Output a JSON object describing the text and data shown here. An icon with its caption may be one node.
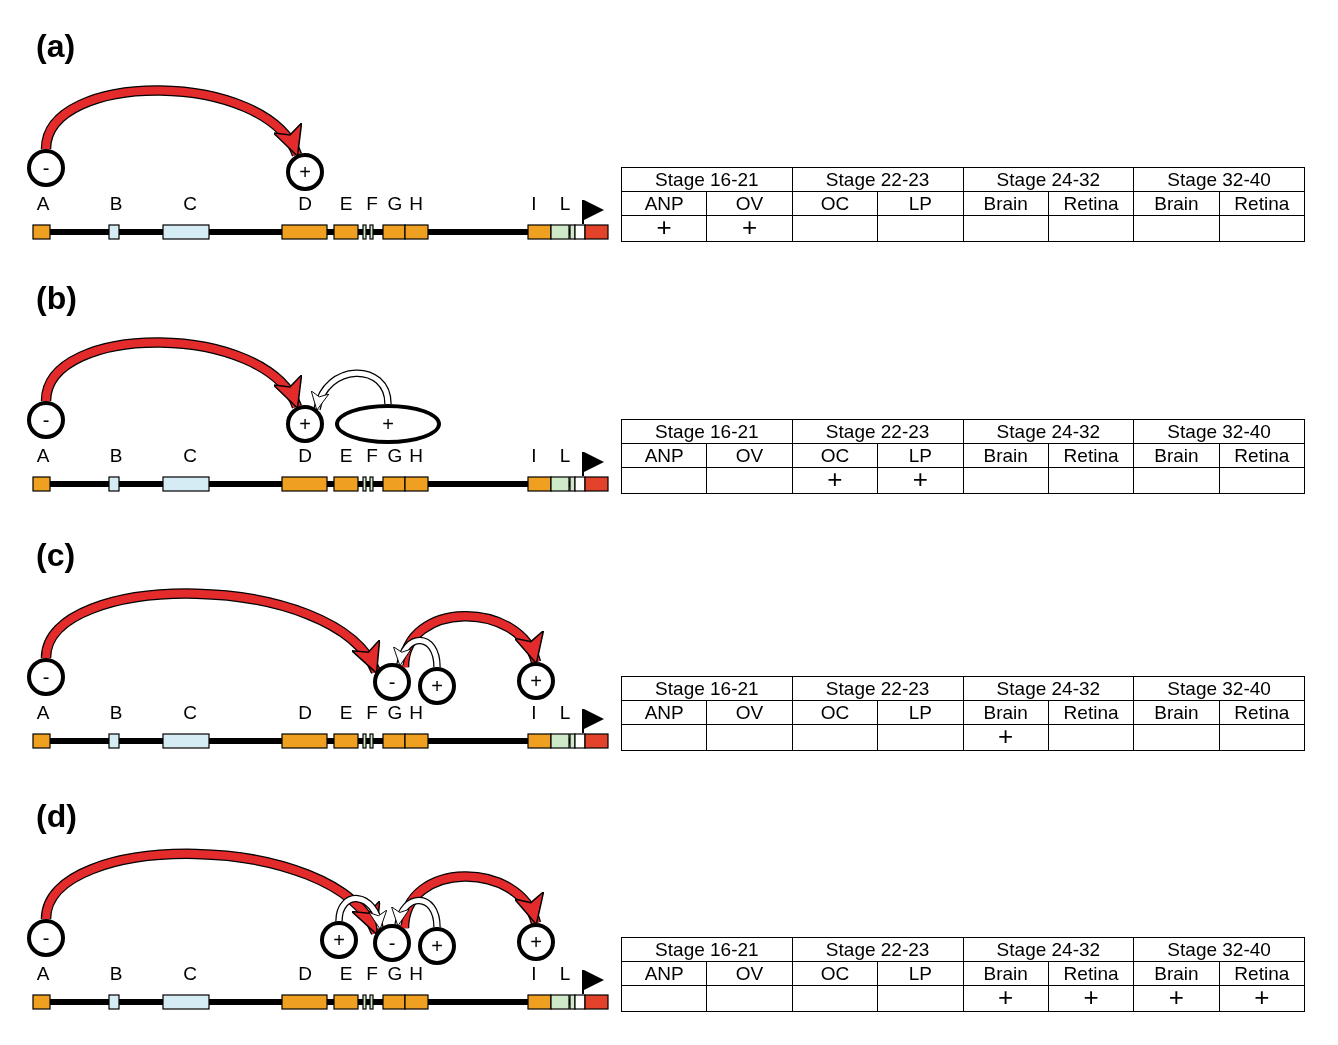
{
  "diagram": {
    "nodes": [
      {
        "text": [
          "-"
        ]
      },
      {
        "text": [
          "+"
        ]
      },
      {
        "text": [
          "-"
        ]
      },
      {
        "text": [
          "+"
        ]
      },
      {
        "text": [
          "+"
        ]
      },
      {
        "text": [
          "-"
        ]
      },
      {
        "text": [
          "-"
        ]
      },
      {
        "text": [
          "+"
        ]
      },
      {
        "text": [
          "+"
        ]
      },
      {
        "text": [
          "-"
        ]
      },
      {
        "text": [
          "+"
        ]
      },
      {
        "text": [
          "-"
        ]
      },
      {
        "text": [
          "+"
        ]
      },
      {
        "text": [
          "+"
        ]
      }
    ],
    "edges": [
      {
        "from": 0,
        "to": 1,
        "arrow": "to"
      },
      {
        "from": 2,
        "to": 3,
        "arrow": "to"
      },
      {
        "from": 4,
        "to": 3,
        "arrow": "to",
        "color": "#ffffff"
      },
      {
        "from": 5,
        "to": 6,
        "arrow": "to"
      },
      {
        "from": 6,
        "to": 8,
        "arrow": "to"
      },
      {
        "from": 7,
        "to": 6,
        "arrow": "to",
        "color": "#ffffff"
      },
      {
        "from": 9,
        "to": 11,
        "arrow": "to"
      },
      {
        "from": 11,
        "to": 13,
        "arrow": "to"
      },
      {
        "from": 10,
        "to": 11,
        "arrow": "to",
        "color": "#ffffff"
      },
      {
        "from": 12,
        "to": 11,
        "arrow": "to",
        "color": "#ffffff"
      }
    ],
    "labels": [
      "(a)",
      "A",
      "B",
      "C",
      "D",
      "E",
      "F",
      "G",
      "H",
      "I",
      "L",
      "Stage 16-21",
      "Stage 22-23",
      "Stage 24-32",
      "Stage 32-40",
      "ANP",
      "OV",
      "OC",
      "LP",
      "Brain",
      "Retina",
      "Brain",
      "Retina",
      "+",
      "+",
      "(b)",
      "A",
      "B",
      "C",
      "D",
      "E",
      "F",
      "G",
      "H",
      "I",
      "L",
      "Stage 16-21",
      "Stage 22-23",
      "Stage 24-32",
      "Stage 32-40",
      "ANP",
      "OV",
      "OC",
      "LP",
      "Brain",
      "Retina",
      "Brain",
      "Retina",
      "+",
      "+",
      "(c)",
      "A",
      "B",
      "C",
      "D",
      "E",
      "F",
      "G",
      "H",
      "I",
      "L",
      "Stage 16-21",
      "Stage 22-23",
      "Stage 24-32",
      "Stage 32-40",
      "ANP",
      "OV",
      "OC",
      "LP",
      "Brain",
      "Retina",
      "Brain",
      "Retina",
      "+",
      "(d)",
      "A",
      "B",
      "C",
      "D",
      "E",
      "F",
      "G",
      "H",
      "I",
      "L",
      "Stage 16-21",
      "Stage 22-23",
      "Stage 24-32",
      "Stage 32-40",
      "ANP",
      "OV",
      "OC",
      "LP",
      "Brain",
      "Retina",
      "Brain",
      "Retina",
      "+",
      "+",
      "+",
      "+"
    ]
  }
}
